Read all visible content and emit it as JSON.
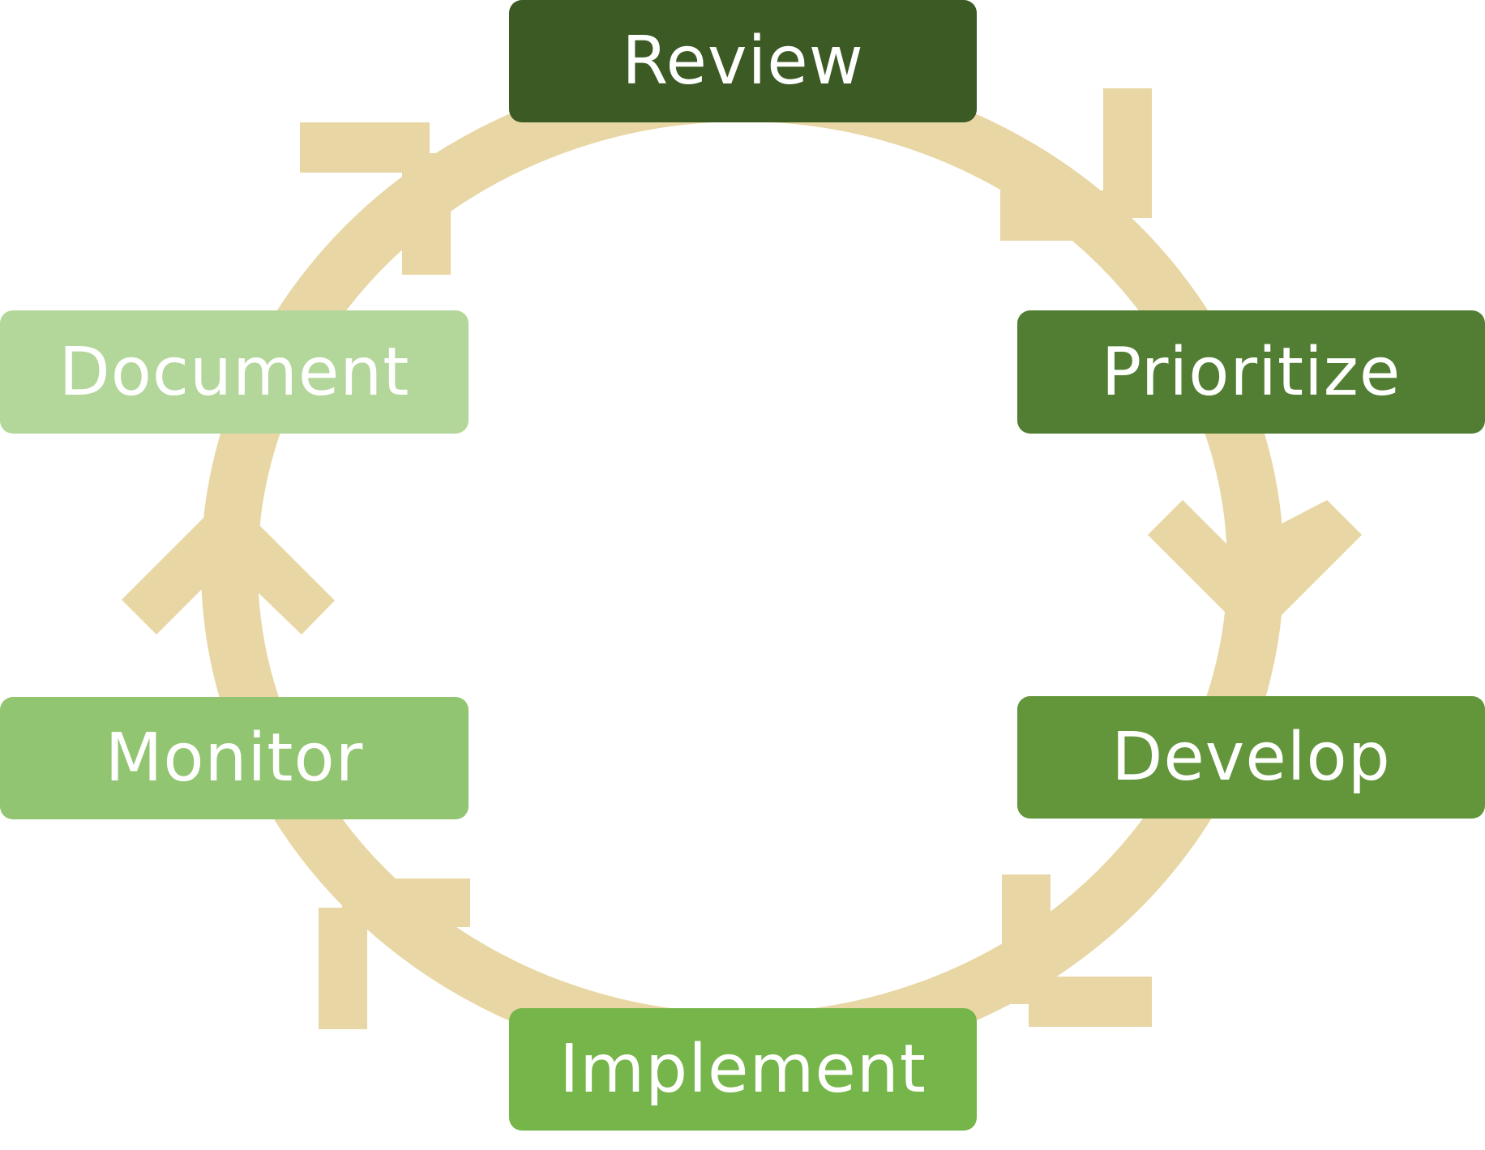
{
  "colors": {
    "ring": "#e8d7a5",
    "review": "#3b5a24",
    "prioritize": "#527e33",
    "develop": "#63963b",
    "implement": "#76b54a",
    "monitor": "#92c571",
    "document": "#b3d79b",
    "text": "#ffffff"
  },
  "steps": [
    {
      "label": "Review"
    },
    {
      "label": "Prioritize"
    },
    {
      "label": "Develop"
    },
    {
      "label": "Implement"
    },
    {
      "label": "Monitor"
    },
    {
      "label": "Document"
    }
  ],
  "flow": "clockwise"
}
